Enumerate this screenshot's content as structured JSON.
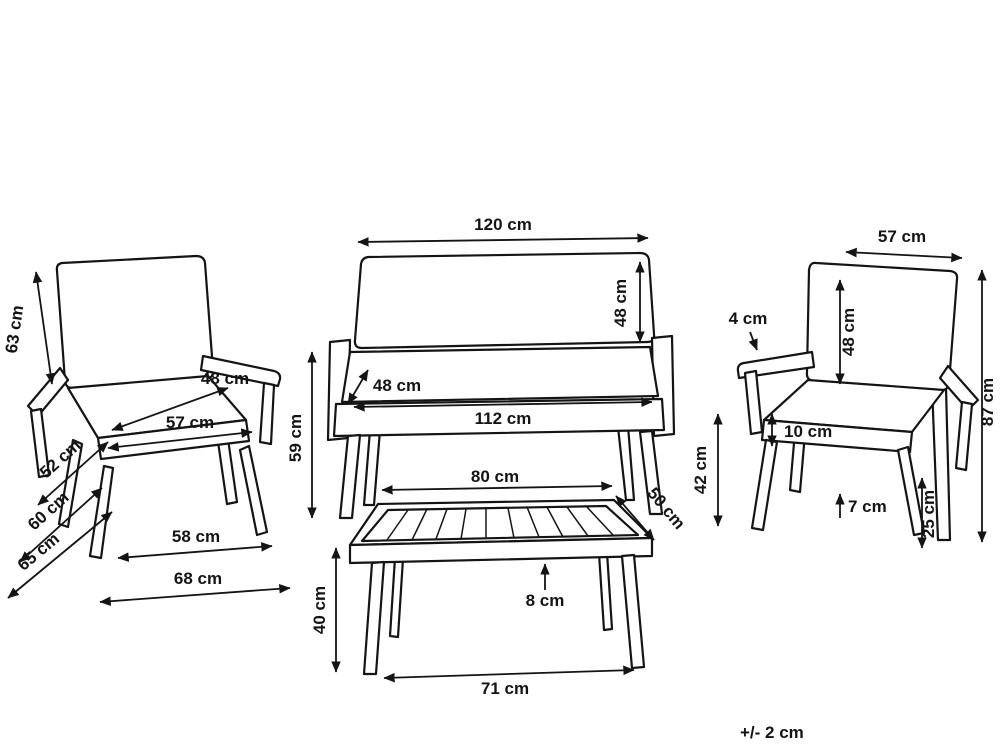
{
  "page": {
    "background": "#ffffff",
    "line_color": "#141414",
    "tolerance_note": "+/- 2 cm"
  },
  "left_chair": {
    "back_edge_height": "63 cm",
    "seat_cushion_depth": "48 cm",
    "seat_width": "57 cm",
    "side_depth_upper": "52 cm",
    "side_depth_mid": "60 cm",
    "side_depth_total": "65 cm",
    "front_frame_width": "58 cm",
    "overall_width": "68 cm"
  },
  "sofa": {
    "overall_width": "120 cm",
    "backrest_height": "48 cm",
    "seat_depth": "48 cm",
    "seat_width": "112 cm",
    "seat_height": "59 cm"
  },
  "coffee_table": {
    "top_length": "80 cm",
    "top_depth": "50 cm",
    "top_thickness": "8 cm",
    "height": "40 cm",
    "leg_span_length": "71 cm"
  },
  "right_chair": {
    "top_width": "57 cm",
    "armrest_thickness": "4 cm",
    "backrest_height": "48 cm",
    "overall_height": "87 cm",
    "cushion_thickness": "10 cm",
    "armrest_height": "42 cm",
    "seat_frame_clearance": "7 cm",
    "leg_height": "25 cm"
  }
}
